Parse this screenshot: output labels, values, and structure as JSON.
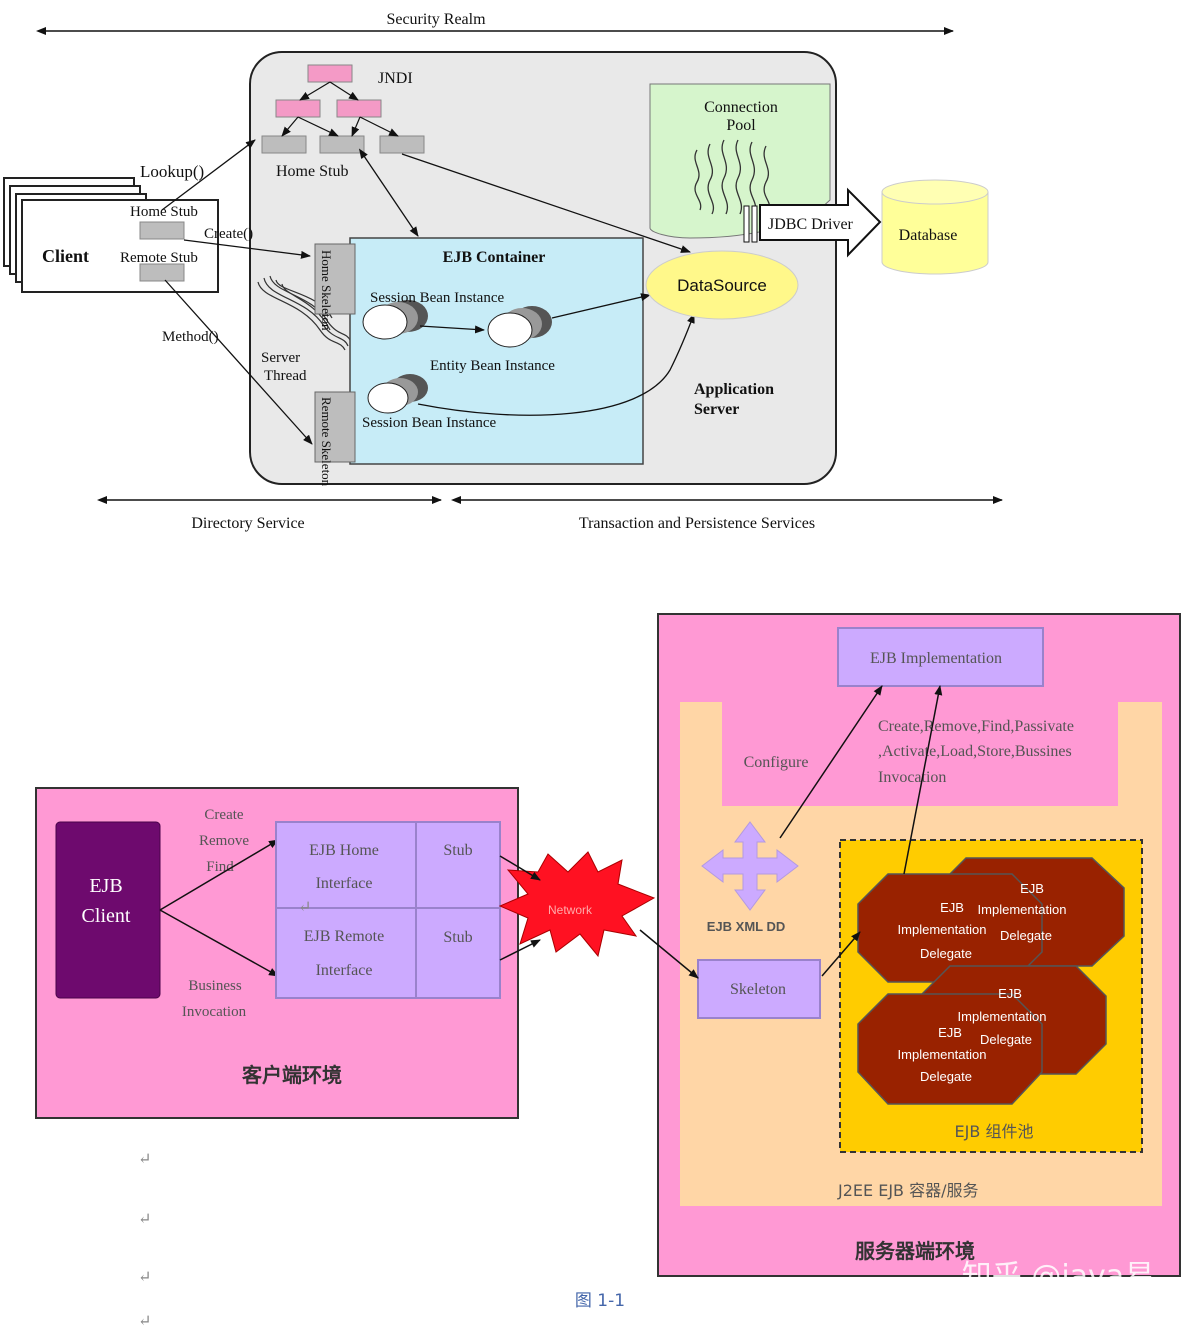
{
  "top": {
    "security_realm": "Security Realm",
    "jndi": "JNDI",
    "lookup": "Lookup()",
    "home_stub_top": "Home Stub",
    "client": "Client",
    "home_stub_client": "Home Stub",
    "create": "Create()",
    "remote_stub": "Remote Stub",
    "method": "Method()",
    "home_skeleton": "Home Skeleton",
    "remote_skeleton": "Remote Skeleton",
    "server_thread": [
      "Server",
      "Thread"
    ],
    "ejb_container": "EJB Container",
    "session_bean_1": "Session Bean Instance",
    "entity_bean": "Entity Bean Instance",
    "session_bean_2": "Session Bean Instance",
    "connection_pool": [
      "Connection",
      "Pool"
    ],
    "datasource": "DataSource",
    "jdbc_driver": "JDBC Driver",
    "database": "Database",
    "app_server": [
      "Application",
      "Server"
    ],
    "directory_service": "Directory Service",
    "transaction": "Transaction and Persistence Services"
  },
  "bottom": {
    "ejb_client": [
      "EJB",
      "Client"
    ],
    "create": "Create",
    "remove": "Remove",
    "find": "Find",
    "business": "Business",
    "invocation": "Invocation",
    "home_iface": [
      "EJB Home",
      "Interface"
    ],
    "remote_iface": [
      "EJB Remote",
      "Interface"
    ],
    "stub1": "Stub",
    "stub2": "Stub",
    "client_env": "客户端环境",
    "network": "Network",
    "ejb_impl": "EJB Implementation",
    "configure": "Configure",
    "methods": [
      "Create,Remove,Find,Passivate",
      ",Activate,Load,Store,Bussines",
      "Invocation"
    ],
    "xml_dd": "EJB XML DD",
    "skeleton": "Skeleton",
    "delegate_a": [
      "EJB",
      "Implementation",
      "Delegate"
    ],
    "delegate_b": [
      "EJB",
      "Implementation",
      "Delegate"
    ],
    "pool": "EJB  组件池",
    "container": "J2EE     EJB  容器/服务",
    "server_env": "服务器端环境",
    "watermark": "知乎 @java易",
    "caption": "图 1-1"
  },
  "colors": {
    "jndi_pink": "#f49ac6",
    "stub_gray": "#bdbdbd",
    "container_blue": "#c7ecf7",
    "pool_green": "#d6f5cc",
    "datasource_yellow": "#fff88a",
    "env_pink": "#ff99d4",
    "lavender": "#ccaaff",
    "server_peach": "#ffd6a6",
    "pool_gold": "#ffcc00",
    "delegate_brown": "#992200",
    "client_purple": "#6e0a6e",
    "network_red": "#ff1122"
  }
}
